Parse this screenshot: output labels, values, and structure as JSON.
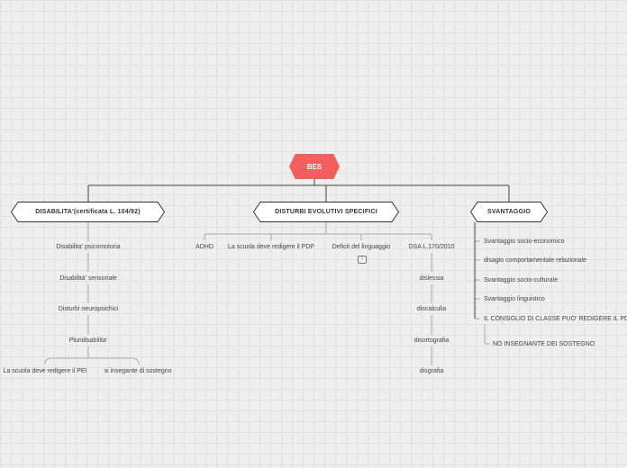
{
  "root": {
    "label": "BES"
  },
  "branches": {
    "disabilita": {
      "label": "DISABILITA'(certificata L. 104/92)",
      "items": [
        "Disabilita' psicomotoria",
        "Disabilità' sensoriale",
        "Disturbi neuropsichici",
        "Pluridisabilita'"
      ],
      "sub": [
        "La scuola deve redigere il PEI",
        "si insegante di sostegno"
      ]
    },
    "dse": {
      "label": "DISTURBI EVOLUTIVI SPECIFICI",
      "items": [
        "ADHD",
        "La scuola deve redigere il PDP",
        "Deficit del linguaggio",
        "DSA L.170/2010"
      ],
      "dsa_sub": [
        "dislessia",
        "discalculia",
        "disortografia",
        "disgrafia"
      ],
      "note_icon": "!"
    },
    "svantaggio": {
      "label": "SVANTAGGIO",
      "items": [
        "Svantaggio socio-economico",
        "disagio comportamentale relazionale",
        "Svantaggio socio-culturale",
        "Svantaggio linguistico",
        "IL CONSIGLIO DI CLASSE PUO' REDIGERE IL PDP"
      ],
      "sub": [
        "NO INSEGNANTE DEI SOSTEGNO"
      ]
    }
  },
  "colors": {
    "root": "#f25f5c",
    "line": "#555555",
    "thin_line": "#aaaaaa",
    "node_border": "#333333"
  }
}
